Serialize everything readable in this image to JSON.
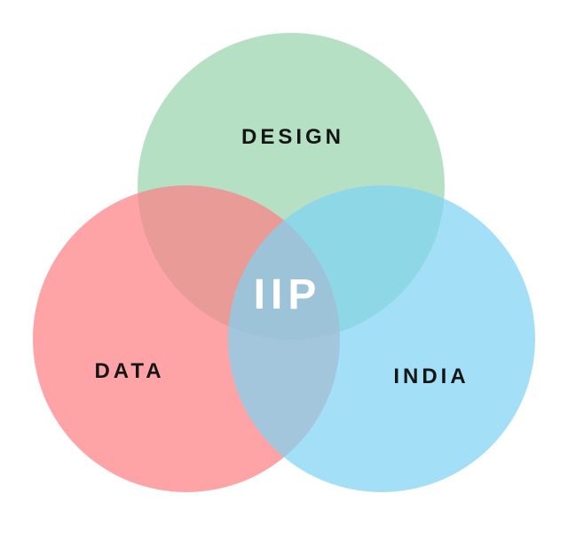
{
  "diagram": {
    "type": "venn-3",
    "sets": [
      {
        "id": "design",
        "label": "DESIGN",
        "color": "#99d4ad"
      },
      {
        "id": "data",
        "label": "DATA",
        "color": "#fd8185"
      },
      {
        "id": "india",
        "label": "INDIA",
        "color": "#7fd3f3"
      }
    ],
    "center_label": "IIP",
    "circle_opacity": 0.72,
    "label_color": "#151515",
    "center_label_color": "#ffffff"
  }
}
